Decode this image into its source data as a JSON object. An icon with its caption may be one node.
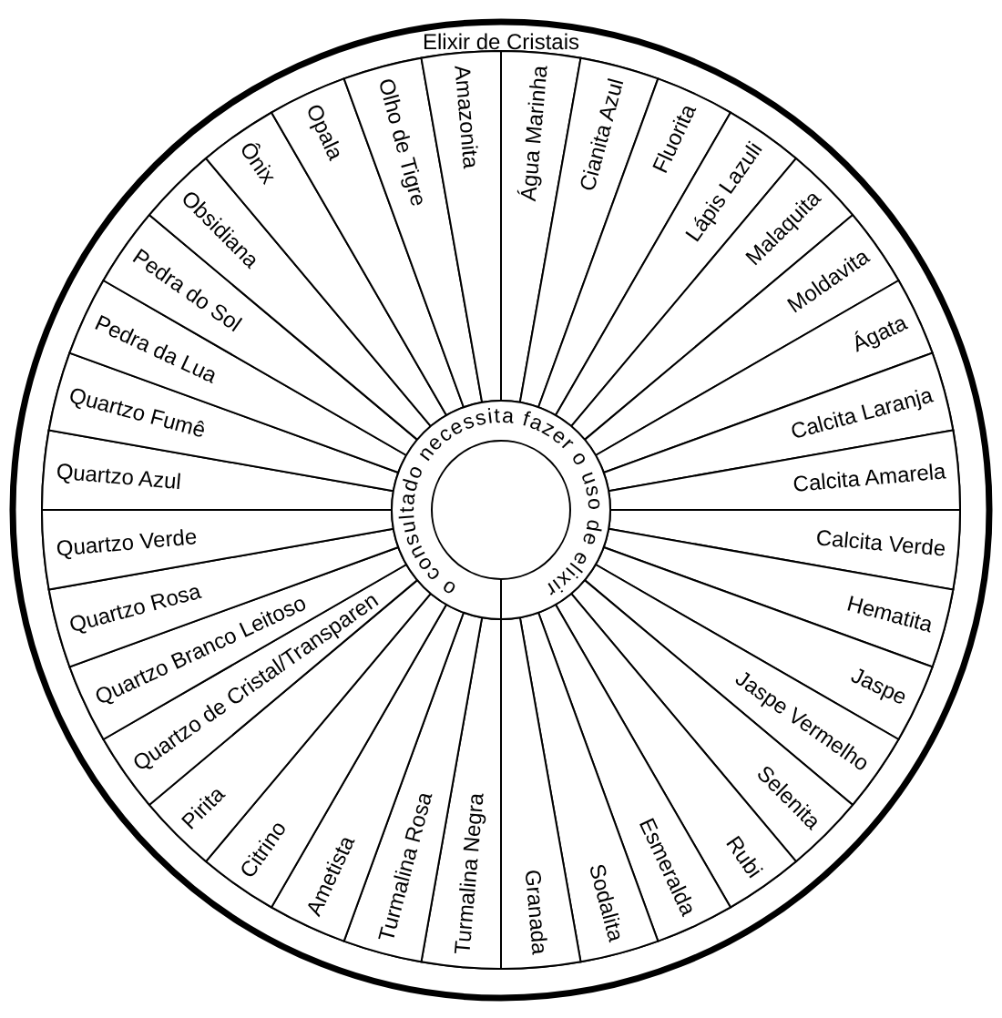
{
  "diagram": {
    "title": "Elixir de Cristais",
    "nodes": [
      {
        "text": [
          "Água Marinha"
        ]
      },
      {
        "text": [
          "Cianita Azul"
        ]
      },
      {
        "text": [
          "Fluorita"
        ]
      },
      {
        "text": [
          "Lápis Lazuli"
        ]
      },
      {
        "text": [
          "Malaquita"
        ]
      },
      {
        "text": [
          "Moldavita"
        ]
      },
      {
        "text": [
          "Ágata"
        ]
      },
      {
        "text": [
          "Calcita Laranja"
        ]
      },
      {
        "text": [
          "Calcita Amarela"
        ]
      },
      {
        "text": [
          "Calcita Verde"
        ]
      },
      {
        "text": [
          "Hematita"
        ]
      },
      {
        "text": [
          "Jaspe"
        ]
      },
      {
        "text": [
          "Jaspe Vermelho"
        ]
      },
      {
        "text": [
          "Selenita"
        ]
      },
      {
        "text": [
          "Rubi"
        ]
      },
      {
        "text": [
          "Esmeralda"
        ]
      },
      {
        "text": [
          "Sodalita"
        ]
      },
      {
        "text": [
          "Granada"
        ]
      },
      {
        "text": [
          "Turmalina Negra"
        ]
      },
      {
        "text": [
          "Turmalina Rosa"
        ]
      },
      {
        "text": [
          "Ametista"
        ]
      },
      {
        "text": [
          "Citrino"
        ]
      },
      {
        "text": [
          "Pirita"
        ]
      },
      {
        "text": [
          "Quartzo de Cristal/Transparen"
        ]
      },
      {
        "text": [
          "Quartzo Branco Leitoso"
        ]
      },
      {
        "text": [
          "Quartzo Rosa"
        ]
      },
      {
        "text": [
          "Quartzo Verde"
        ]
      },
      {
        "text": [
          "Quartzo Azul"
        ]
      },
      {
        "text": [
          "Quartzo Fumê"
        ]
      },
      {
        "text": [
          "Pedra da Lua"
        ]
      },
      {
        "text": [
          "Pedra do Sol"
        ]
      },
      {
        "text": [
          "Obsidiana"
        ]
      },
      {
        "text": [
          "Ônix"
        ]
      },
      {
        "text": [
          "Opala"
        ]
      },
      {
        "text": [
          "Olho de Tigre"
        ]
      },
      {
        "text": [
          "Amazonita"
        ]
      },
      {
        "text": [
          "o consultado necessita fazer o uso de elixir?"
        ]
      }
    ]
  }
}
